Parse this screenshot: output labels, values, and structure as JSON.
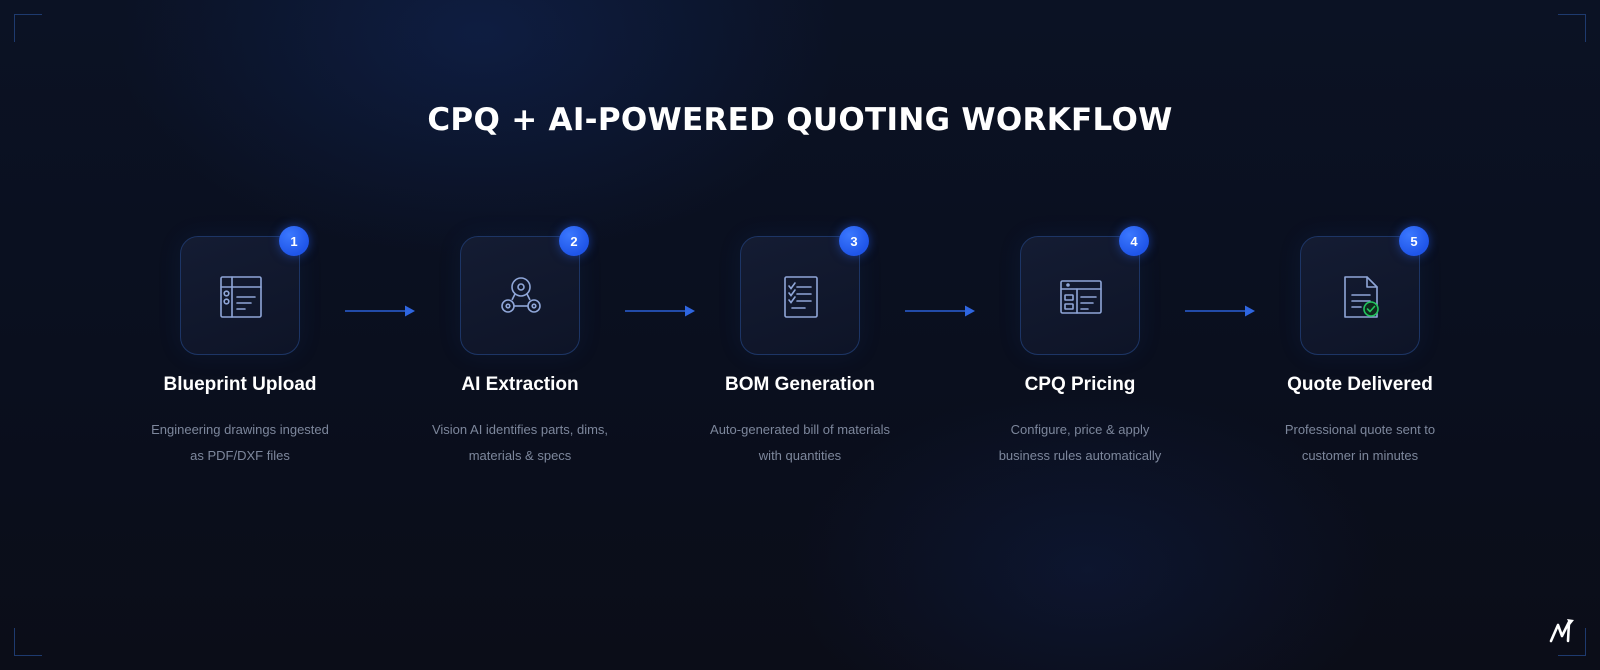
{
  "title": "CPQ + AI-POWERED QUOTING WORKFLOW",
  "accent_color": "#2563eb",
  "icon_color": "#8fa6d8",
  "check_color": "#22c55e",
  "steps": [
    {
      "number": "1",
      "title": "Blueprint Upload",
      "desc_line1": "Engineering drawings ingested",
      "desc_line2": "as PDF/DXF files",
      "icon": "blueprint-icon"
    },
    {
      "number": "2",
      "title": "AI Extraction",
      "desc_line1": "Vision AI identifies parts, dims,",
      "desc_line2": "materials & specs",
      "icon": "network-icon"
    },
    {
      "number": "3",
      "title": "BOM Generation",
      "desc_line1": "Auto-generated bill of materials",
      "desc_line2": "with quantities",
      "icon": "checklist-icon"
    },
    {
      "number": "4",
      "title": "CPQ Pricing",
      "desc_line1": "Configure, price & apply",
      "desc_line2": "business rules automatically",
      "icon": "pricing-dashboard-icon"
    },
    {
      "number": "5",
      "title": "Quote Delivered",
      "desc_line1": "Professional quote sent to",
      "desc_line2": "customer in minutes",
      "icon": "document-check-icon"
    }
  ]
}
